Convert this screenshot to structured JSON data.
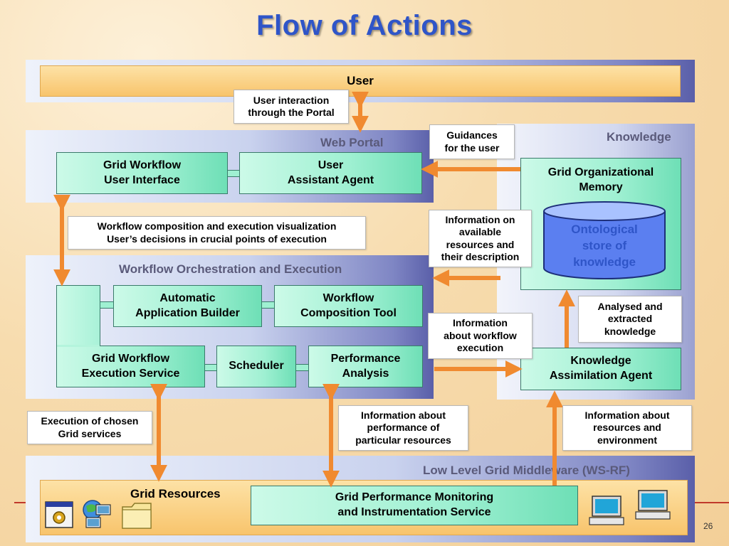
{
  "title": "Flow of Actions",
  "page_number": "26",
  "colors": {
    "title": "#2f55c8",
    "arrow": "#f08a30",
    "box_fill": "#9ff0d2",
    "cylinder": "#5b7ff0"
  },
  "user": {
    "label": "User"
  },
  "web_portal": {
    "label": "Web Portal",
    "grid_workflow_ui": "Grid Workflow\nUser Interface",
    "user_assistant_agent": "User\nAssistant Agent"
  },
  "knowledge": {
    "label": "Knowledge",
    "grid_org_memory": "Grid Organizational\nMemory",
    "ontological_store": "Ontological\nstore of\nknowledge",
    "assimilation_agent": "Knowledge\nAssimilation Agent"
  },
  "orchestration": {
    "label": "Workflow Orchestration and Execution",
    "app_builder": "Automatic\nApplication Builder",
    "composition_tool": "Workflow\nComposition Tool",
    "execution_service": "Grid Workflow\nExecution Service",
    "scheduler": "Scheduler",
    "performance_analysis": "Performance\nAnalysis"
  },
  "middleware": {
    "label": "Low Level Grid Middleware (WS-RF)",
    "grid_resources": "Grid Resources",
    "monitoring_service": "Grid Performance Monitoring\nand Instrumentation Service"
  },
  "notes": {
    "user_interaction": "User interaction\nthrough the Portal",
    "guidances": "Guidances\nfor the user",
    "workflow_visualization": "Workflow composition and execution visualization\nUser’s decisions in crucial points of execution",
    "info_available_resources": "Information on\navailable\nresources and\ntheir description",
    "analysed_knowledge": "Analysed and\nextracted\nknowledge",
    "info_workflow_execution": "Information\nabout workflow\nexecution",
    "execution_chosen_services": "Execution of chosen\nGrid services",
    "info_performance_resources": "Information about\nperformance of\nparticular resources",
    "info_resources_environment": "Information about\nresources and\nenvironment"
  },
  "icons": [
    "settings-window-icon",
    "network-computers-icon",
    "folder-icon",
    "computer-icon",
    "computer-icon"
  ]
}
